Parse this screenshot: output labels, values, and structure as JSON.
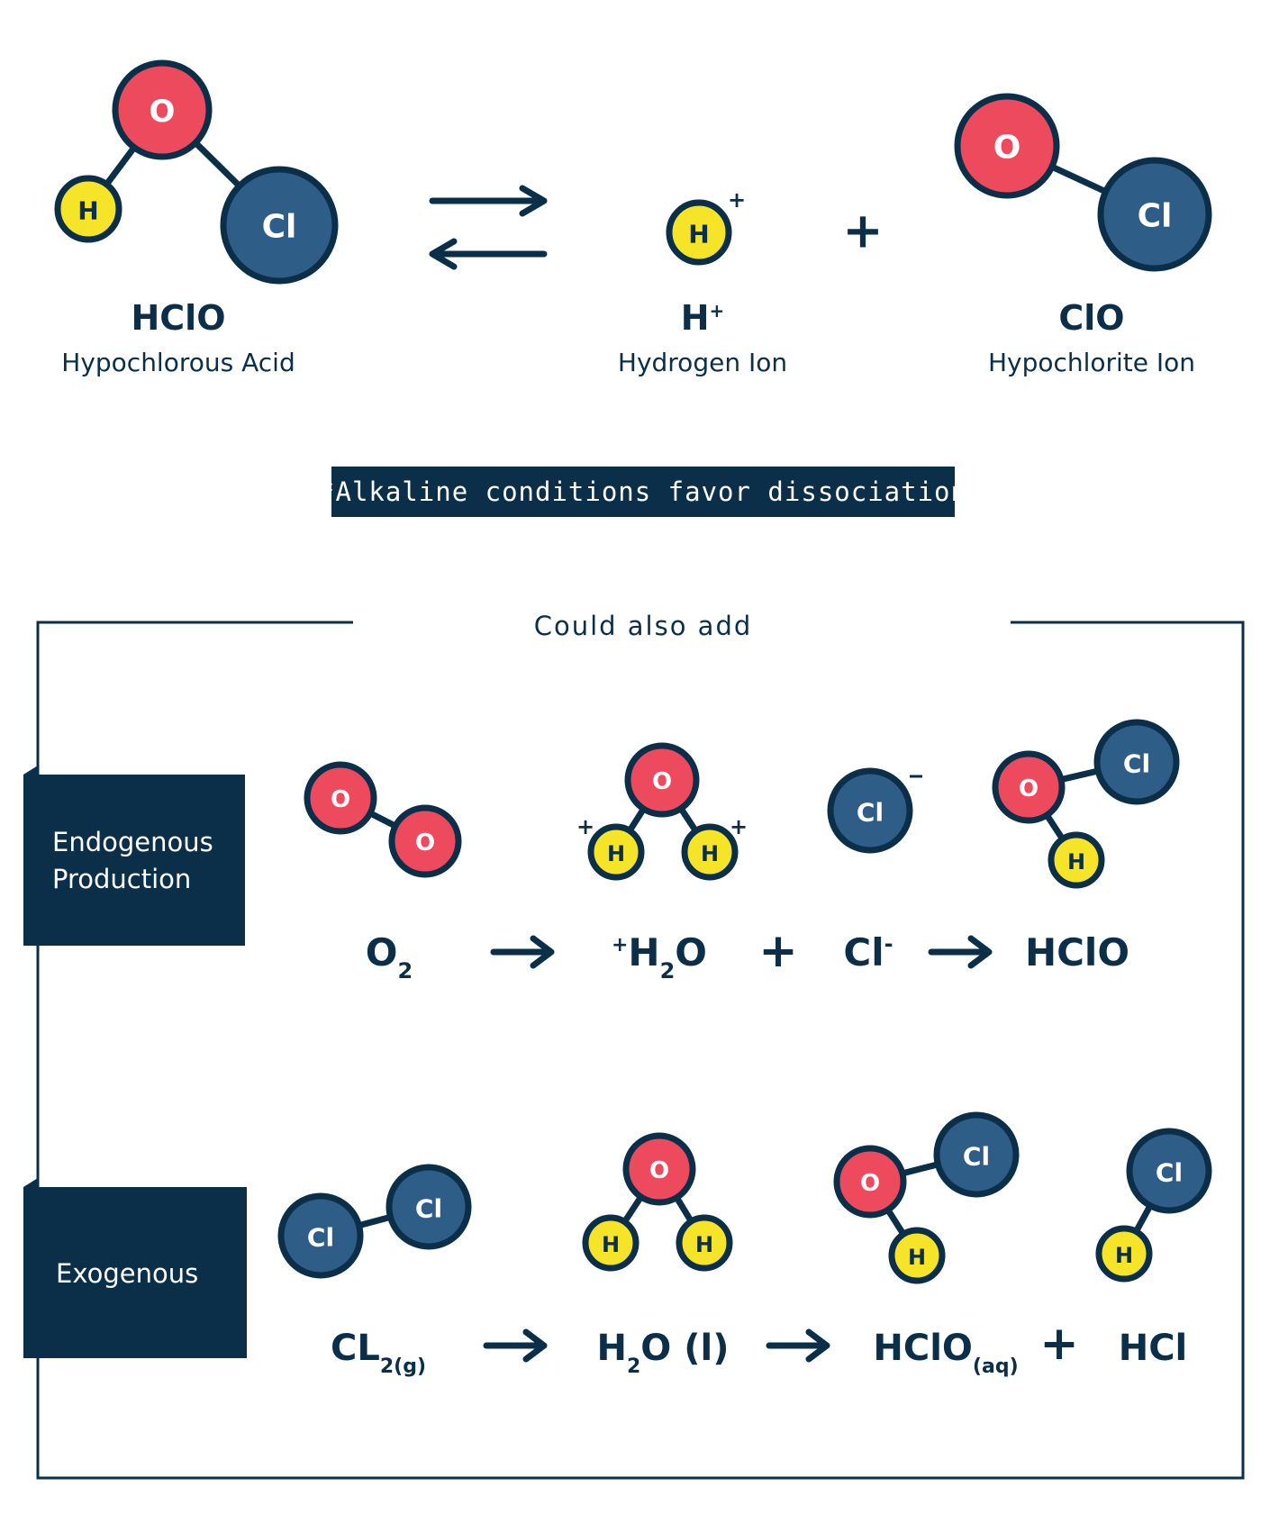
{
  "dissociation": {
    "reactant": {
      "formula": "HClO",
      "name": "Hypochlorous Acid"
    },
    "products": [
      {
        "formula": "H",
        "charge": "+",
        "name": "Hydrogen Ion"
      },
      {
        "formula": "ClO",
        "name": "Hypochlorite Ion"
      }
    ],
    "plus": "+"
  },
  "note": "*Alkaline conditions favor dissociation",
  "panel": {
    "title": "Could also add",
    "rows": [
      {
        "label_lines": [
          "Endogenous",
          "Production"
        ],
        "formulas": {
          "o2": {
            "main": "O",
            "sub": "2"
          },
          "h2o_plus": {
            "pre": "+",
            "main": "H",
            "sub": "2",
            "tail": "O"
          },
          "cl_minus": {
            "main": "Cl",
            "sup": "-"
          },
          "hclo": {
            "main": "HClO"
          }
        },
        "plus": "+"
      },
      {
        "label_lines": [
          "Exogenous"
        ],
        "formulas": {
          "cl2": {
            "main": "CL",
            "sub": "2(g)"
          },
          "h2o_l": {
            "main": "H",
            "sub": "2",
            "tail": "O (l)"
          },
          "hclo_aq": {
            "main": "HClO",
            "sub": "(aq)"
          },
          "hcl": {
            "main": "HCl"
          }
        },
        "plus": "+"
      }
    ]
  },
  "atoms": {
    "oxygen": "O",
    "hydrogen": "H",
    "chlorine": "Cl"
  },
  "colors": {
    "oxygen": "#ee4a5e",
    "hydrogen": "#f6e429",
    "chlorine": "#2e5d88",
    "navy": "#0b2f48"
  }
}
